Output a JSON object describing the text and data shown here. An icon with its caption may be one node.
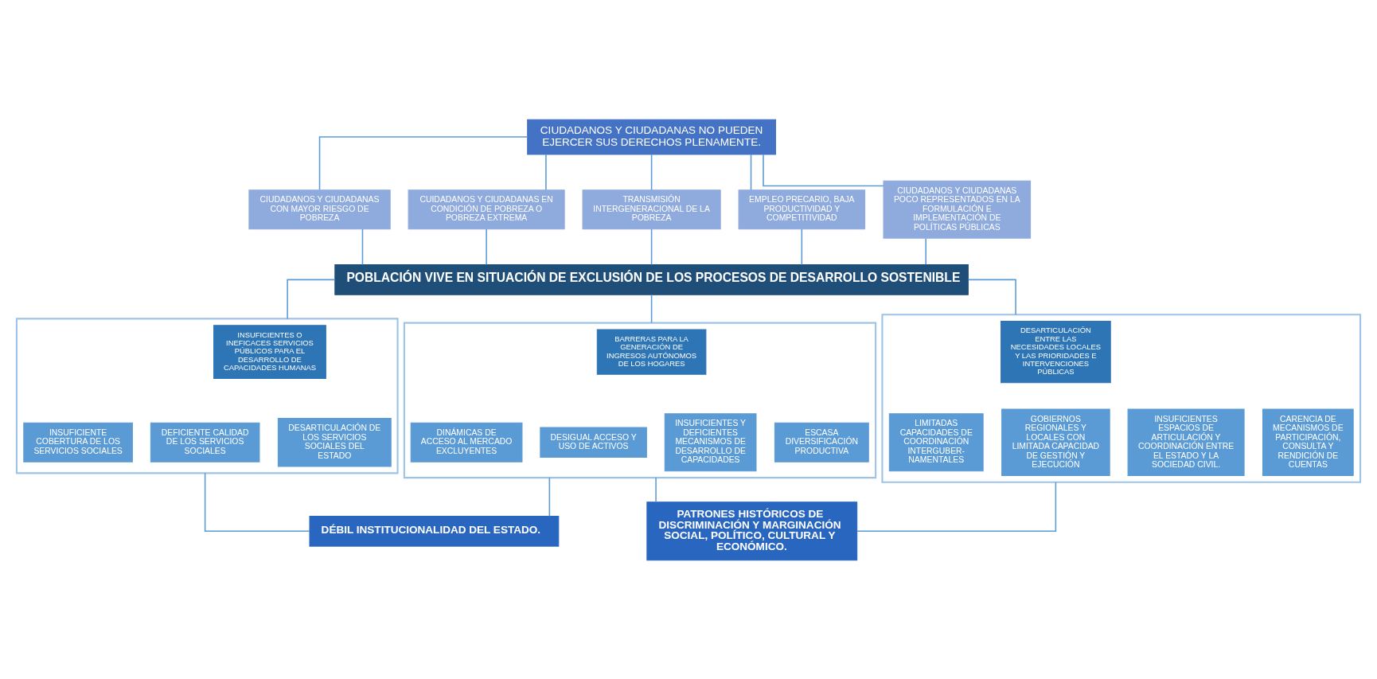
{
  "diagram": {
    "nodes": [
      {
        "text": [
          "CIUDADANOS Y CIUDADANAS NO PUEDEN EJERCER SUS DERECHOS PLENAMENTE."
        ]
      },
      {
        "text": [
          "CIUDADANOS Y CIUDADANAS CON MAYOR RIESGO DE POBREZA"
        ]
      },
      {
        "text": [
          "CUIDADANOS Y CIUDADANAS EN CONDICIÓN DE POBREZA O POBREZA EXTREMA"
        ]
      },
      {
        "text": [
          "TRANSMISIÓN INTERGENERACIONAL DE LA POBREZA"
        ]
      },
      {
        "text": [
          "EMPLEO PRECARIO, BAJA PRODUCTIVIDAD Y COMPETITIVIDAD"
        ]
      },
      {
        "text": [
          "CIUDADANOS Y CIUDADANAS POCO REPRESENTADOS EN LA FORMULACIÓN E IMPLEMENTACIÓN DE POLÍTICAS PÚBLICAS"
        ]
      },
      {
        "text": [
          "POBLACIÓN VIVE EN SITUACIÓN DE EXCLUSIÓN DE LOS PROCESOS DE DESARROLLO SOSTENIBLE"
        ]
      },
      {
        "text": [],
        "shape": "box"
      },
      {
        "text": [
          "INSUFICIENTES O INEFICACES SERVICIOS PÚBLICOS PARA EL DESARROLLO DE CAPACIDADES HUMANAS"
        ],
        "in": 7
      },
      {
        "text": [
          "INSUFICIENTE COBERTURA DE LOS SERVICIOS SOCIALES"
        ],
        "in": 7
      },
      {
        "text": [
          "DEFICIENTE CALIDAD DE LOS SERVICIOS SOCIALES"
        ],
        "in": 7
      },
      {
        "text": [
          "DESARTICULACIÓN DE LOS SERVICIOS SOCIALES DEL ESTADO"
        ],
        "in": 7
      },
      {
        "text": [],
        "shape": "box"
      },
      {
        "text": [
          "BARRERAS PARA LA GENERACIÓN DE INGRESOS AUTÓNOMOS DE LOS HOGARES"
        ],
        "in": 12
      },
      {
        "text": [
          "DINÁMICAS DE ACCESO AL MERCADO EXCLUYENTES"
        ],
        "in": 12
      },
      {
        "text": [
          "DESIGUAL ACCESO Y USO DE ACTIVOS"
        ],
        "in": 12
      },
      {
        "text": [
          "INSUFICIENTES Y DEFICIENTES MECANISMOS DE DESARROLLO DE CAPACIDADES"
        ],
        "in": 12
      },
      {
        "text": [
          "ESCASA DIVERSIFICACIÓN PRODUCTIVA"
        ],
        "in": 12
      },
      {
        "text": [],
        "shape": "box"
      },
      {
        "text": [
          "DESARTICULACIÓN ENTRE LAS NECESIDADES LOCALES Y LAS PRIORIDADES E INTERVENCIONES PÚBLICAS"
        ],
        "in": 18
      },
      {
        "text": [
          "LIMITADAS CAPACIDADES DE COORDINACIÓN INTERGUBER-NAMENTALES"
        ],
        "in": 18
      },
      {
        "text": [
          "GOBIERNOS REGIONALES Y LOCALES CON LIMITADA CAPACIDAD DE GESTIÓN Y EJECUCIÓN"
        ],
        "in": 18
      },
      {
        "text": [
          "INSUFICIENTES ESPACIOS DE ARTICULACIÓN Y COORDINACIÓN ENTRE EL ESTADO Y LA SOCIEDAD CIVIL."
        ],
        "in": 18
      },
      {
        "text": [
          "CARENCIA DE MECANISMOS DE PARTICIPACIÓN, CONSULTA Y RENDICIÓN DE CUENTAS"
        ],
        "in": 18
      },
      {
        "text": [
          "DÉBIL INSTITUCIONALIDAD DEL ESTADO."
        ]
      },
      {
        "text": [
          "PATRONES HISTÓRICOS DE DISCRIMINACIÓN Y MARGINACIÓN SOCIAL, POLÍTICO, CULTURAL Y ECONÓMICO."
        ]
      }
    ],
    "edges": [
      {
        "from": 0,
        "to": 1,
        "arrow": "none"
      },
      {
        "from": 0,
        "to": 2,
        "arrow": "none"
      },
      {
        "from": 0,
        "to": 3,
        "arrow": "none"
      },
      {
        "from": 0,
        "to": 4,
        "arrow": "none"
      },
      {
        "from": 0,
        "to": 5,
        "arrow": "none"
      },
      {
        "from": 1,
        "to": 6,
        "arrow": "none"
      },
      {
        "from": 2,
        "to": 6,
        "arrow": "none"
      },
      {
        "from": 3,
        "to": 6,
        "arrow": "none"
      },
      {
        "from": 4,
        "to": 6,
        "arrow": "none"
      },
      {
        "from": 5,
        "to": 6,
        "arrow": "none"
      },
      {
        "from": 6,
        "to": 7,
        "arrow": "none"
      },
      {
        "from": 6,
        "to": 12,
        "arrow": "none"
      },
      {
        "from": 6,
        "to": 18,
        "arrow": "none"
      },
      {
        "from": 7,
        "to": 24,
        "arrow": "none"
      },
      {
        "from": 12,
        "to": 24,
        "arrow": "none"
      },
      {
        "from": 12,
        "to": 25,
        "arrow": "none"
      },
      {
        "from": 18,
        "to": 25,
        "arrow": "none"
      }
    ]
  }
}
